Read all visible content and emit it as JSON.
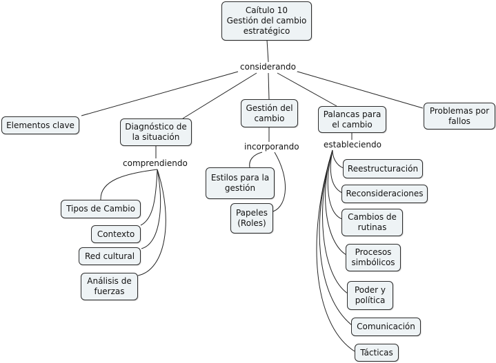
{
  "root": {
    "label": "Caítulo 10\nGestión del cambio\nestratégico"
  },
  "links": {
    "considerando": "considerando",
    "comprendiendo": "comprendiendo",
    "incorporando": "incorporando",
    "estableciendo": "estableciendo"
  },
  "main": {
    "elementos_clave": "Elementos clave",
    "diagnostico": "Diagnóstico de\nla situación",
    "gestion": "Gestión del\ncambio",
    "palancas": "Palancas para\nel cambio",
    "problemas": "Problemas por\nfallos"
  },
  "diagnostico_children": {
    "tipos": "Tipos de Cambio",
    "contexto": "Contexto",
    "red": "Red cultural",
    "analisis": "Análisis de\nfuerzas"
  },
  "gestion_children": {
    "estilos": "Estilos para la\ngestión",
    "papeles": "Papeles\n(Roles)"
  },
  "palancas_children": {
    "reestructuracion": "Reestructuración",
    "reconsideraciones": "Reconsideraciones",
    "rutinas": "Cambios de\nrutinas",
    "simbolicos": "Procesos\nsimbólicos",
    "poder": "Poder y\npolítica",
    "comunicacion": "Comunicación",
    "tacticas": "Tácticas"
  }
}
